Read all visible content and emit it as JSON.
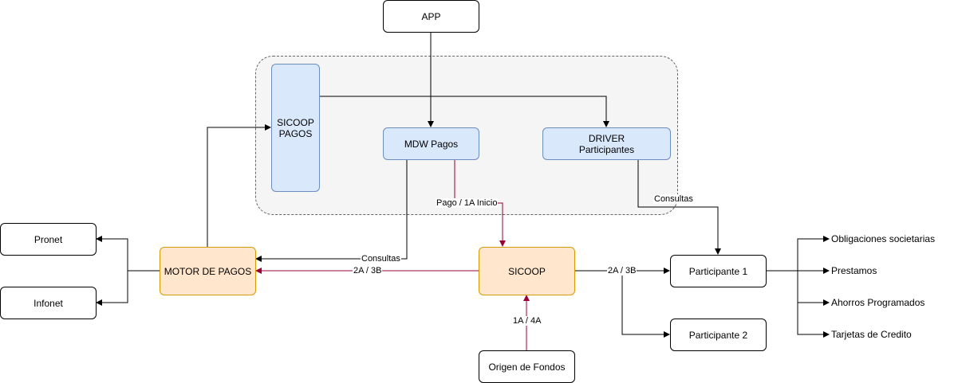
{
  "nodes": {
    "app": "APP",
    "sicoop_pagos": "SICOOP\nPAGOS",
    "mdw_pagos": "MDW Pagos",
    "driver": "DRIVER\nParticipantes",
    "pronet": "Pronet",
    "infonet": "Infonet",
    "motor": "MOTOR DE PAGOS",
    "sicoop": "SICOOP",
    "participante1": "Participante 1",
    "participante2": "Participante 2",
    "origen": "Origen de Fondos",
    "obligaciones": "Obligaciones societarias",
    "prestamos": "Prestamos",
    "ahorros": "Ahorros Programados",
    "tarjetas": "Tarjetas de Credito"
  },
  "edge_labels": {
    "consultas_driver": "Consultas",
    "pago_inicio": "Pago / 1A Inicio",
    "consultas_motor": "Consultas",
    "motor_2a3b": "2A / 3B",
    "part_2a3b": "2A / 3B",
    "origen_1a4a": "1A / 4A"
  },
  "colors": {
    "black_edge": "#000000",
    "red_edge": "#990033",
    "blue_fill": "#dae8fc",
    "orange_fill": "#ffe6cc"
  }
}
